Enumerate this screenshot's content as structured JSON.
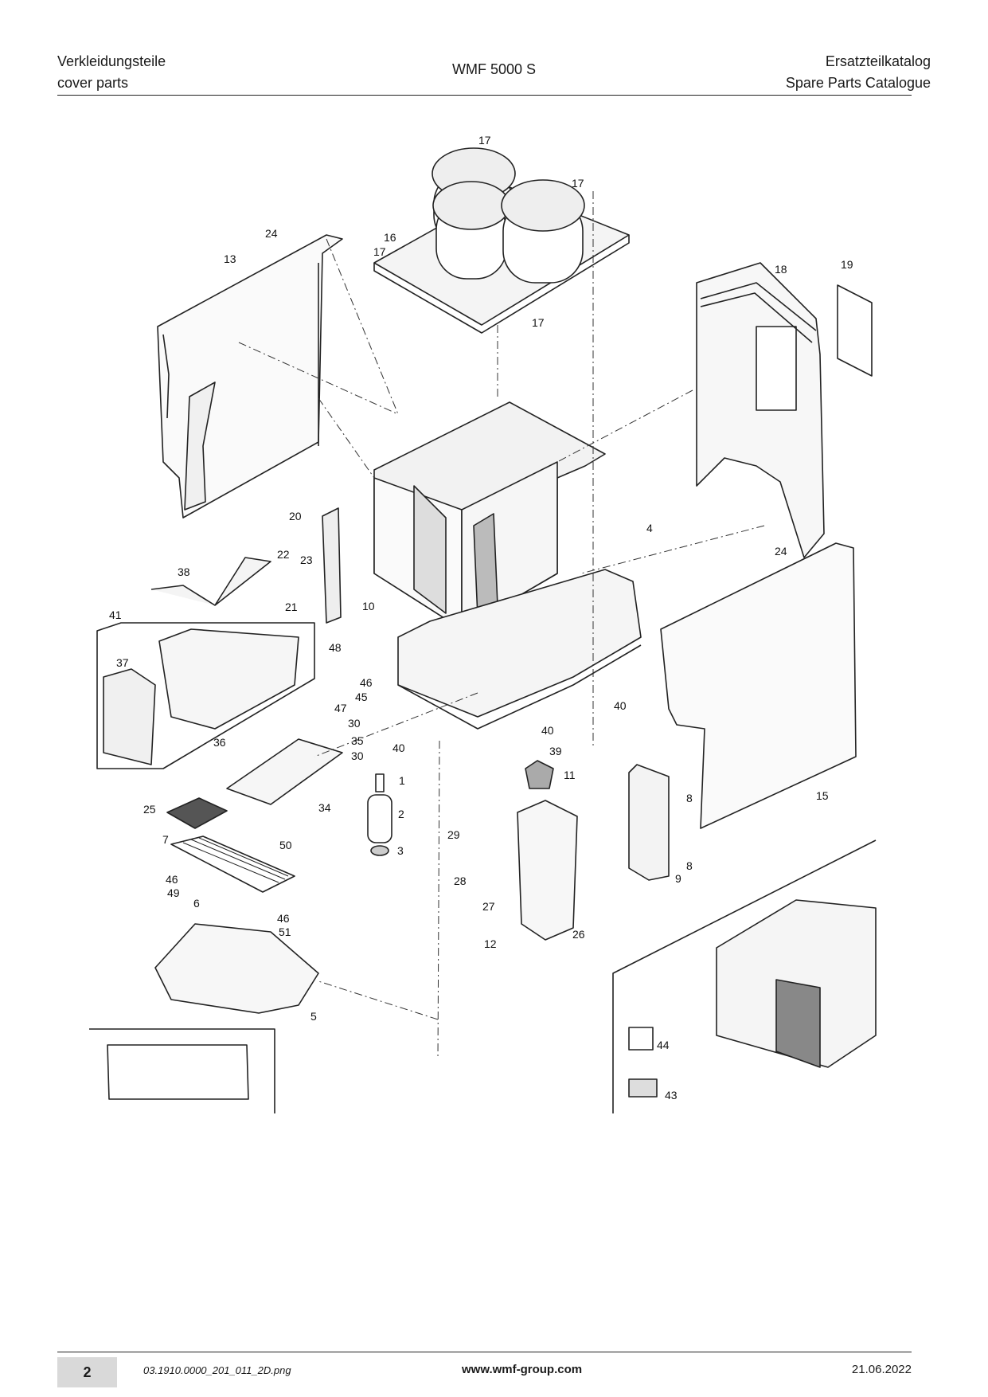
{
  "header": {
    "left_line1": "Verkleidungsteile",
    "left_line2": "cover parts",
    "center": "WMF 5000 S",
    "right_line1": "Ersatzteilkatalog",
    "right_line2": "Spare Parts Catalogue"
  },
  "callouts": {
    "c1": "1",
    "c2": "2",
    "c3": "3",
    "c4": "4",
    "c5": "5",
    "c6": "6",
    "c7": "7",
    "c8a": "8",
    "c8b": "8",
    "c9": "9",
    "c10": "10",
    "c11": "11",
    "c12": "12",
    "c13": "13",
    "c15": "15",
    "c16": "16",
    "c17a": "17",
    "c17b": "17",
    "c17c": "17",
    "c17d": "17",
    "c18": "18",
    "c19": "19",
    "c20": "20",
    "c21": "21",
    "c22": "22",
    "c23": "23",
    "c24a": "24",
    "c24b": "24",
    "c25": "25",
    "c26": "26",
    "c27": "27",
    "c28": "28",
    "c29": "29",
    "c30a": "30",
    "c30b": "30",
    "c34": "34",
    "c35": "35",
    "c36": "36",
    "c37": "37",
    "c38": "38",
    "c39": "39",
    "c40a": "40",
    "c40b": "40",
    "c40c": "40",
    "c41": "41",
    "c43": "43",
    "c44": "44",
    "c45": "45",
    "c46a": "46",
    "c46b": "46",
    "c46c": "46",
    "c47": "47",
    "c48": "48",
    "c49": "49",
    "c50": "50",
    "c51": "51"
  },
  "footer": {
    "page": "2",
    "file": "03.1910.0000_201_011_2D.png",
    "url": "www.wmf-group.com",
    "date": "21.06.2022"
  }
}
